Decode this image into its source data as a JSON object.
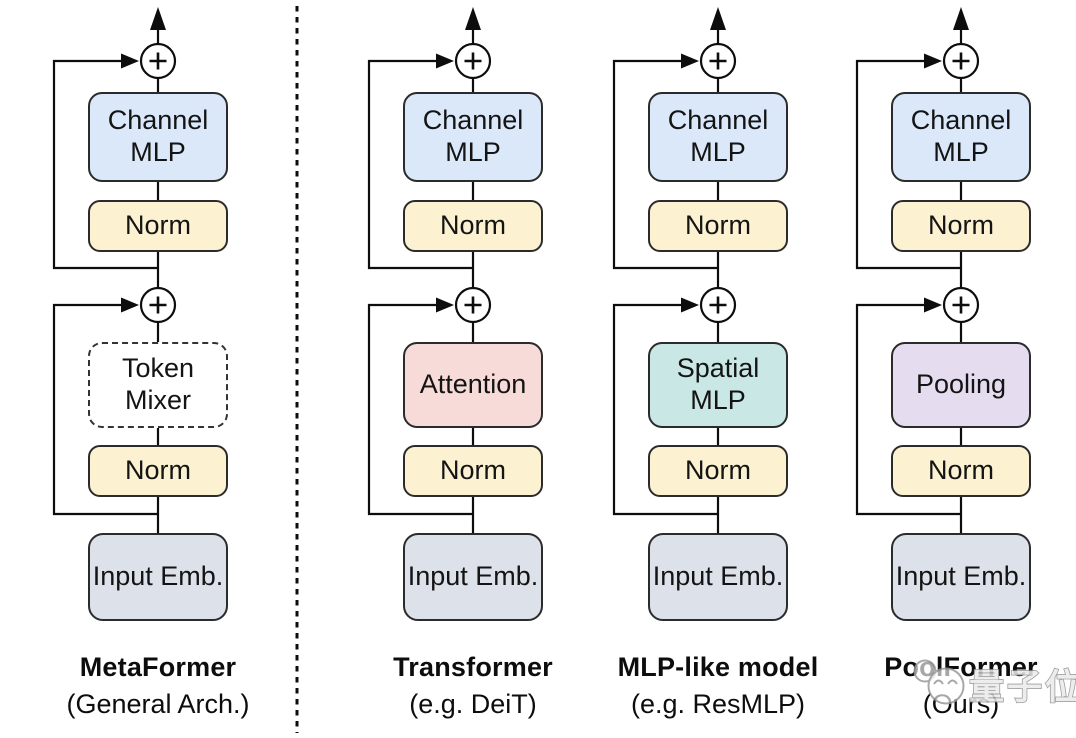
{
  "figure": {
    "description": "MetaFormer architecture comparison diagram",
    "operator_symbol": "+"
  },
  "columns": [
    {
      "id": "metaformer",
      "blocks": {
        "channel_mlp": "Channel MLP",
        "norm_top": "Norm",
        "token_mixer": "Token Mixer",
        "norm_bottom": "Norm",
        "input_emb": "Input Emb."
      },
      "caption": "MetaFormer",
      "subcaption": "(General Arch.)",
      "token_mixer_fill": "#ffffff",
      "token_mixer_border": "dashed"
    },
    {
      "id": "transformer",
      "blocks": {
        "channel_mlp": "Channel MLP",
        "norm_top": "Norm",
        "token_mixer": "Attention",
        "norm_bottom": "Norm",
        "input_emb": "Input Emb."
      },
      "caption": "Transformer",
      "subcaption": "(e.g. DeiT)",
      "token_mixer_fill": "#f7dbd8",
      "token_mixer_border": "solid"
    },
    {
      "id": "mlp-like",
      "blocks": {
        "channel_mlp": "Channel MLP",
        "norm_top": "Norm",
        "token_mixer": "Spatial MLP",
        "norm_bottom": "Norm",
        "input_emb": "Input Emb."
      },
      "caption": "MLP-like model",
      "subcaption": "(e.g. ResMLP)",
      "token_mixer_fill": "#c9e7e4",
      "token_mixer_border": "solid"
    },
    {
      "id": "poolformer",
      "blocks": {
        "channel_mlp": "Channel MLP",
        "norm_top": "Norm",
        "token_mixer": "Pooling",
        "norm_bottom": "Norm",
        "input_emb": "Input Emb."
      },
      "caption": "PoolFormer",
      "subcaption": "(Ours)",
      "token_mixer_fill": "#e5ddef",
      "token_mixer_border": "solid"
    }
  ],
  "colors": {
    "channel_mlp": "#dbe8fa",
    "norm": "#fcf2d2",
    "input_emb": "#dce1ea",
    "attention": "#f7dbd8",
    "spatial_mlp": "#c9e7e4",
    "pooling": "#e5ddef",
    "token_mixer": "#ffffff",
    "line": "#0d0d0d"
  },
  "watermark": {
    "text": "量子位"
  }
}
